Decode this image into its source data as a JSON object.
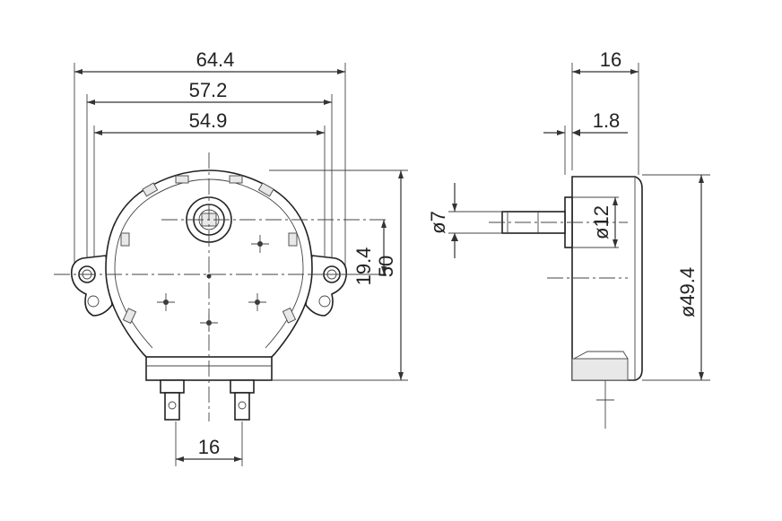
{
  "front_view": {
    "dims": {
      "overall_width": "64.4",
      "mount_span": "57.2",
      "inner_span": "54.9",
      "shaft_offset": "19.4",
      "height": "50",
      "terminal_pitch": "16"
    }
  },
  "side_view": {
    "dims": {
      "depth": "16",
      "shaft_step": "1.8",
      "shaft_dia": "ø7",
      "boss_dia": "ø12",
      "body_dia": "ø49.4"
    }
  },
  "colors": {
    "line": "#333333",
    "fill": "#e8e8e8",
    "background": "#ffffff"
  }
}
